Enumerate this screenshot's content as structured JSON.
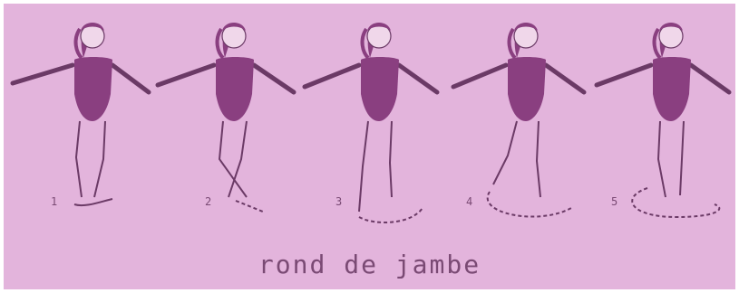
{
  "caption": "rond de jambe",
  "steps": [
    {
      "number": "1"
    },
    {
      "number": "2"
    },
    {
      "number": "3"
    },
    {
      "number": "4"
    },
    {
      "number": "5"
    }
  ],
  "colors": {
    "background": "#e3b4dc",
    "leotard": "#8a3f80",
    "outline": "#6b3a66",
    "skin": "#f0d7ea",
    "text": "#7a4a74"
  }
}
